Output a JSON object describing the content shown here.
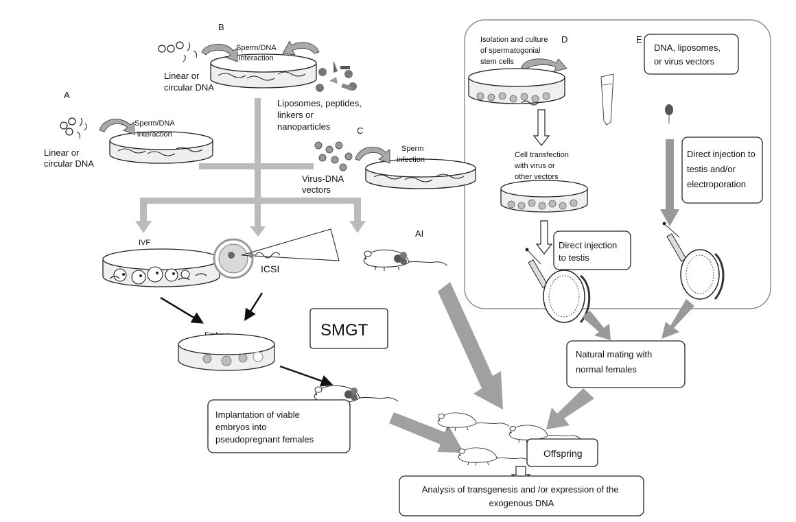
{
  "letters": {
    "a": "A",
    "b": "B",
    "c": "C",
    "d": "D",
    "e": "E"
  },
  "labels": {
    "dna_a": [
      "Linear or",
      "circular DNA"
    ],
    "dna_b": [
      "Linear or",
      "circular DNA"
    ],
    "sperm_dna_a": [
      "Sperm/DNA",
      "interaction"
    ],
    "sperm_dna_b": [
      "Sperm/DNA",
      "interaction"
    ],
    "liposomes": [
      "Liposomes, peptides,",
      "linkers or",
      "nanoparticles"
    ],
    "sperm_infection": [
      "Sperm",
      "infection"
    ],
    "virus_dna": [
      "Virus-DNA",
      "vectors"
    ],
    "ivf": "IVF",
    "icsi": "ICSI",
    "ai": "AI",
    "embryo": "Embryo",
    "isolation": [
      "Isolation and culture",
      "of spermatogonial",
      "stem cells"
    ],
    "cell_transfection": [
      "Cell transfection",
      "with virus or",
      "other vectors"
    ]
  },
  "boxes": {
    "smgt": "SMGT",
    "dna_liposomes": [
      "DNA, liposomes,",
      "or virus vectors"
    ],
    "direct_injection_d": [
      "Direct injection",
      "to testis"
    ],
    "direct_injection_e": [
      "Direct injection to",
      "testis and/or",
      "electroporation"
    ],
    "natural_mating": [
      "Natural mating with",
      "normal females"
    ],
    "implantation": [
      "Implantation of viable",
      "embryos into",
      "pseudopregnant females"
    ],
    "offspring": "Offspring",
    "analysis": [
      "Analysis of transgenesis and /or expression of the",
      "exogenous DNA"
    ]
  }
}
